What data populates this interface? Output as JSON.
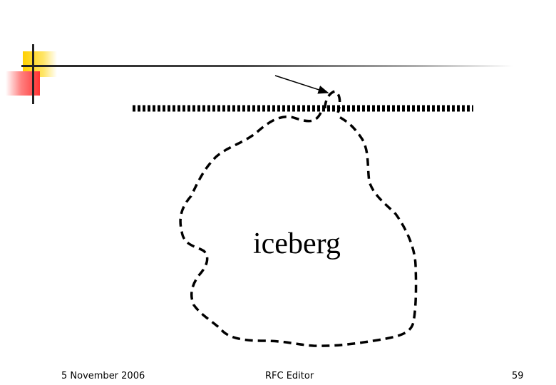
{
  "diagram": {
    "shape_label": "iceberg"
  },
  "footer": {
    "date": "5 November 2006",
    "center": "RFC Editor",
    "page_number": "59"
  }
}
